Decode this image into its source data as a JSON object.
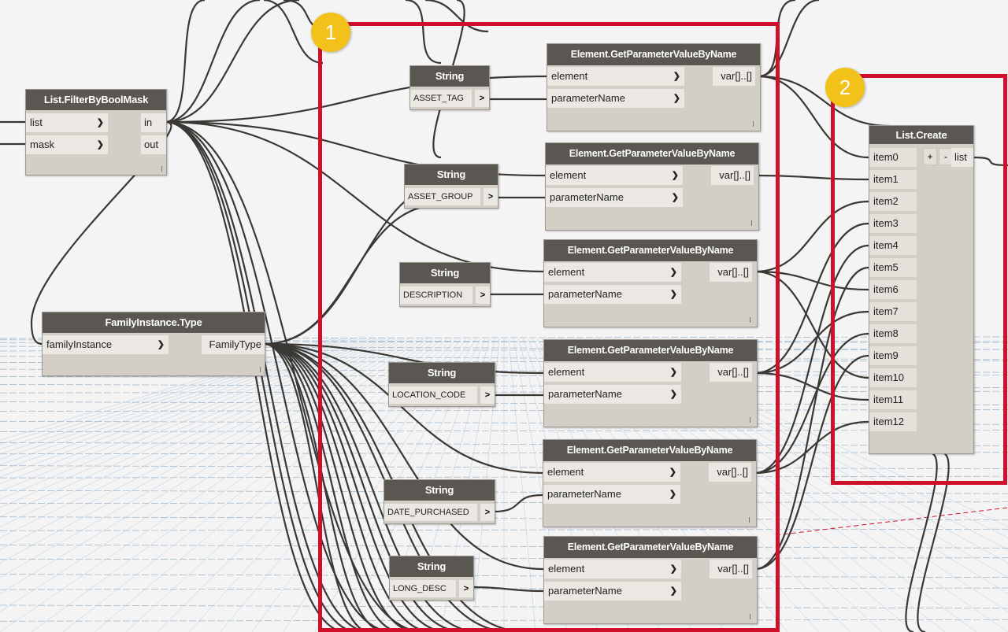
{
  "colors": {
    "highlight": "#d0102a",
    "badge": "#f2c11a",
    "node_header": "#5a5651",
    "node_body": "#d4cfc6",
    "wire": "#3a3835"
  },
  "badges": [
    "1",
    "2"
  ],
  "filter_node": {
    "title": "List.FilterByBoolMask",
    "inputs": [
      "list",
      "mask"
    ],
    "outputs": [
      "in",
      "out"
    ]
  },
  "family_node": {
    "title": "FamilyInstance.Type",
    "input": "familyInstance",
    "output": "FamilyType"
  },
  "string_nodes": [
    {
      "title": "String",
      "value": "ASSET_TAG"
    },
    {
      "title": "String",
      "value": "ASSET_GROUP"
    },
    {
      "title": "String",
      "value": "DESCRIPTION"
    },
    {
      "title": "String",
      "value": "LOCATION_CODE"
    },
    {
      "title": "String",
      "value": "DATE_PURCHASED"
    },
    {
      "title": "String",
      "value": "LONG_DESC"
    }
  ],
  "string_arrow": ">",
  "getparam_nodes": [
    {
      "title": "Element.GetParameterValueByName",
      "in1": "element",
      "in2": "parameterName",
      "out": "var[]..[]"
    },
    {
      "title": "Element.GetParameterValueByName",
      "in1": "element",
      "in2": "parameterName",
      "out": "var[]..[]"
    },
    {
      "title": "Element.GetParameterValueByName",
      "in1": "element",
      "in2": "parameterName",
      "out": "var[]..[]"
    },
    {
      "title": "Element.GetParameterValueByName",
      "in1": "element",
      "in2": "parameterName",
      "out": "var[]..[]"
    },
    {
      "title": "Element.GetParameterValueByName",
      "in1": "element",
      "in2": "parameterName",
      "out": "var[]..[]"
    },
    {
      "title": "Element.GetParameterValueByName",
      "in1": "element",
      "in2": "parameterName",
      "out": "var[]..[]"
    }
  ],
  "list_create": {
    "title": "List.Create",
    "items": [
      "item0",
      "item1",
      "item2",
      "item3",
      "item4",
      "item5",
      "item6",
      "item7",
      "item8",
      "item9",
      "item10",
      "item11",
      "item12"
    ],
    "add": "+",
    "remove": "-",
    "output": "list"
  }
}
